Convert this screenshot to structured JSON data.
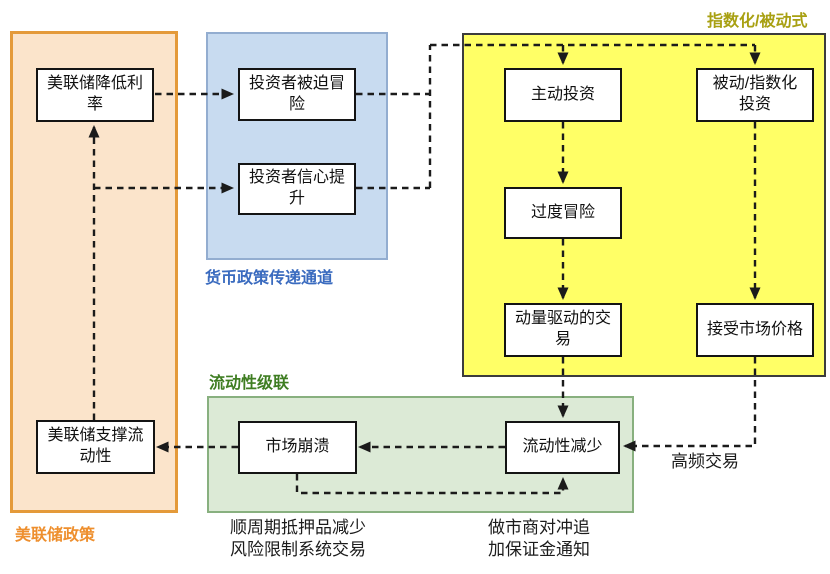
{
  "diagram": {
    "groups": [
      {
        "id": "fed-policy",
        "label": "美联储政策",
        "label_color": "#ee8f2e"
      },
      {
        "id": "monetary-channel",
        "label": "货币政策传递通道",
        "label_color": "#3a6bbf"
      },
      {
        "id": "index-passive",
        "label": "指数化/被动式",
        "label_color": "#a8a012"
      },
      {
        "id": "liquidity-cascade",
        "label": "流动性级联",
        "label_color": "#3e7d21"
      }
    ],
    "nodes": [
      {
        "id": "fed-lower-rates",
        "label": "美联储降低利率"
      },
      {
        "id": "fed-support-liquidity",
        "label": "美联储支撑流动性"
      },
      {
        "id": "investors-forced-risk",
        "label": "投资者被迫冒险"
      },
      {
        "id": "investor-confidence-up",
        "label": "投资者信心提升"
      },
      {
        "id": "active-investing",
        "label": "主动投资"
      },
      {
        "id": "passive-index-investing",
        "label": "被动/指数化投资"
      },
      {
        "id": "excessive-risk-taking",
        "label": "过度冒险"
      },
      {
        "id": "momentum-driven-trading",
        "label": "动量驱动的交易"
      },
      {
        "id": "accept-market-prices",
        "label": "接受市场价格"
      },
      {
        "id": "market-crash",
        "label": "市场崩溃"
      },
      {
        "id": "liquidity-decrease",
        "label": "流动性减少"
      }
    ],
    "annotations": {
      "hft": {
        "label": "高频交易"
      },
      "procyclical": {
        "lines": [
          "顺周期抵押品减少",
          "风险限制系统交易"
        ]
      },
      "margin_call": {
        "lines": [
          "做市商对冲追",
          "加保证金通知"
        ]
      }
    },
    "colors": {
      "fed_fill": "#fbe4cb",
      "fed_border": "#e49a3a",
      "monetary_fill": "#c8dbf0",
      "monetary_border": "#93add0",
      "passive_fill": "#ffff66",
      "passive_border": "#3c3c3c",
      "liquidity_fill": "#dcead6",
      "liquidity_border": "#88b07f",
      "node_fill": "#ffffff",
      "node_border": "#141414",
      "arrow": "#1b1b1b"
    }
  }
}
